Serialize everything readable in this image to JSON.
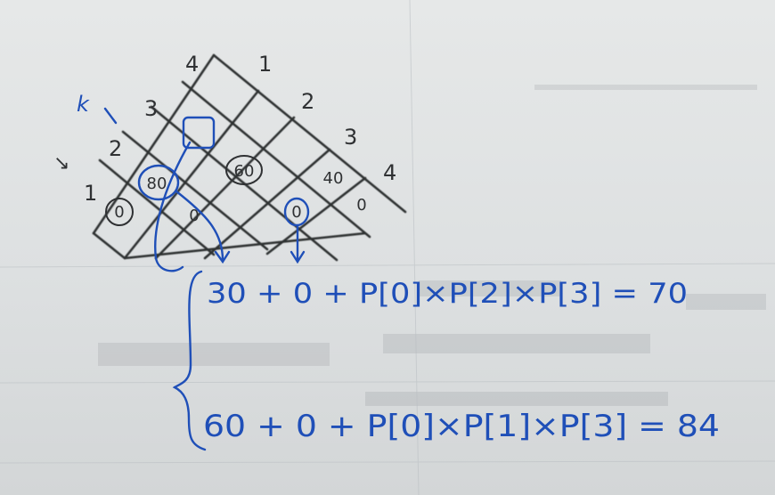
{
  "photo": {
    "paper_color": "#e3e5e6",
    "pencil_color": "#2f3133",
    "pen_color": "#1f4fb8"
  },
  "grid": {
    "top_labels": [
      "4",
      "1",
      "2",
      "3",
      "4"
    ],
    "left_labels": [
      "3",
      "2",
      "1"
    ],
    "k_label": "k",
    "cell_values": [
      "80",
      "60",
      "40",
      "0",
      "0",
      "0",
      "0"
    ]
  },
  "equations": [
    "30 + 0 + P[0]×P[2]×P[3] = 70",
    "60 + 0 + P[0]×P[1]×P[3] = 84"
  ]
}
